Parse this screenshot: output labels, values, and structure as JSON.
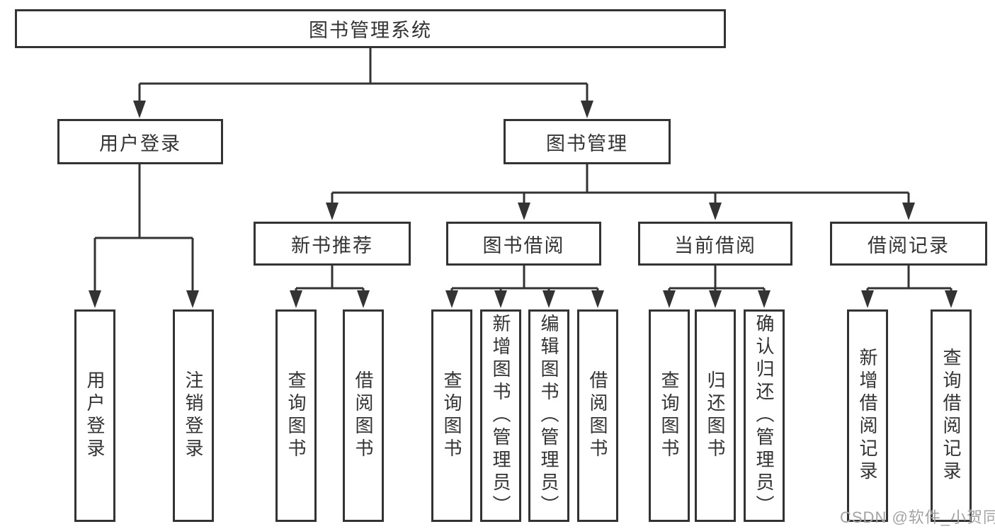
{
  "tree": {
    "root": "图书管理系统",
    "user_login": {
      "label": "用户登录",
      "children": [
        "用户登录",
        "注销登录"
      ]
    },
    "book_management": {
      "label": "图书管理",
      "sections": {
        "new_books": {
          "label": "新书推荐",
          "children": [
            "查询图书",
            "借阅图书"
          ]
        },
        "borrowing": {
          "label": "图书借阅",
          "children": [
            "查询图书",
            "新增图书（管理员）",
            "编辑图书（管理员）",
            "借阅图书"
          ]
        },
        "current": {
          "label": "当前借阅",
          "children": [
            "查询图书",
            "归还图书",
            "确认归还（管理员）"
          ]
        },
        "records": {
          "label": "借阅记录",
          "children": [
            "新增借阅记录",
            "查询借阅记录"
          ]
        }
      }
    }
  },
  "watermark": "CSDN @软件_小贺同学",
  "colors": {
    "line": "#333333",
    "text": "#333333",
    "watermark": "#a3a3a3",
    "background": "#ffffff"
  }
}
